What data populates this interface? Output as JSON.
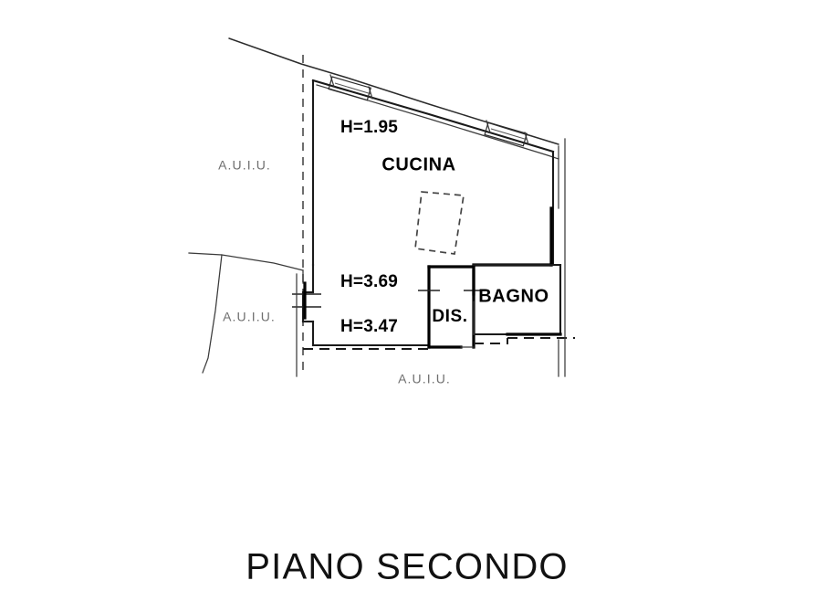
{
  "document": {
    "kind": "floor-plan",
    "title": "PIANO SECONDO",
    "background_color": "#ffffff",
    "ink_color": "#000000"
  },
  "title_block": {
    "label": "PIANO SECONDO"
  },
  "rooms": [
    {
      "id": "cucina",
      "label": "CUCINA"
    },
    {
      "id": "dis",
      "label": "DIS."
    },
    {
      "id": "bagno",
      "label": "BAGNO"
    }
  ],
  "height_annotations": [
    {
      "id": "h-cucina-upper",
      "label": "H=1.95"
    },
    {
      "id": "h-cucina-lower",
      "label": "H=3.69"
    },
    {
      "id": "h-cucina-bottom",
      "label": "H=3.47"
    }
  ],
  "adjacency_labels": [
    {
      "id": "auiu-top-left",
      "label": "A.U.I.U."
    },
    {
      "id": "auiu-mid-left",
      "label": "A.U.I.U."
    },
    {
      "id": "auiu-bottom",
      "label": "A.U.I.U."
    }
  ],
  "legend": {
    "auiu_meaning": "A.U.I.U."
  }
}
